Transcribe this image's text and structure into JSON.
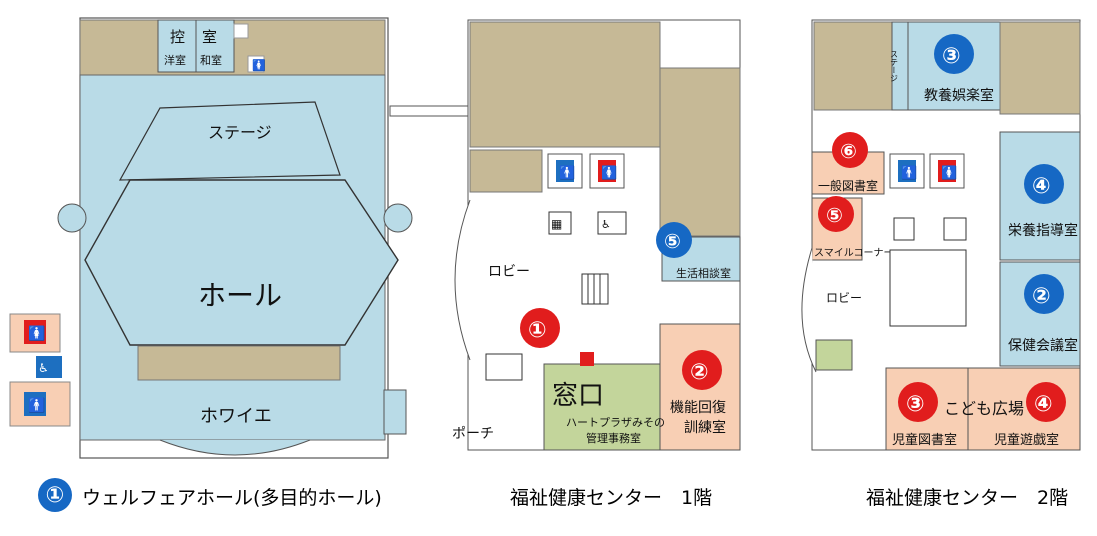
{
  "colors": {
    "hall": "#b9dbe7",
    "olive": "#c6b996",
    "peach": "#f8cfb4",
    "green": "#c3d59b",
    "blue_badge": "#1668c4",
    "red_badge": "#e11d1d",
    "restroom_red": "#e11d1d",
    "restroom_blue": "#1d6fc0"
  },
  "left": {
    "kou": "控",
    "shitsu": "室",
    "yoshitsu": "洋室",
    "washitsu": "和室",
    "stage": "ステージ",
    "hall": "ホール",
    "foyer": "ホワイエ"
  },
  "center": {
    "lobby": "ロビー",
    "window": "窓口",
    "office1": "ハートプラザみその",
    "office2": "管理事務室",
    "consult": "生活相談室",
    "rehab1": "機能回復",
    "rehab2": "訓練室",
    "porch": "ポーチ",
    "badge1": "①",
    "badge2": "②",
    "badge5": "⑤"
  },
  "right": {
    "stage": "ステージ",
    "culture": "教養娯楽室",
    "library": "一般図書室",
    "smile": "スマイルコーナー",
    "lobby": "ロビー",
    "nutrition": "栄養指導室",
    "health": "保健会議室",
    "kids_plaza": "こども広場",
    "kids_library": "児童図書室",
    "kids_play": "児童遊戯室",
    "badge2": "②",
    "badge3a": "③",
    "badge3b": "③",
    "badge4a": "④",
    "badge4b": "④",
    "badge5": "⑤",
    "badge6": "⑥"
  },
  "captions": {
    "badge": "①",
    "left": "ウェルフェアホール(多目的ホール)",
    "center": "福祉健康センター　1階",
    "right": "福祉健康センター　2階"
  },
  "icons": [
    "male-restroom-icon",
    "female-restroom-icon",
    "elevator-icon",
    "accessible-restroom-icon",
    "phone-icon",
    "door-icon"
  ]
}
